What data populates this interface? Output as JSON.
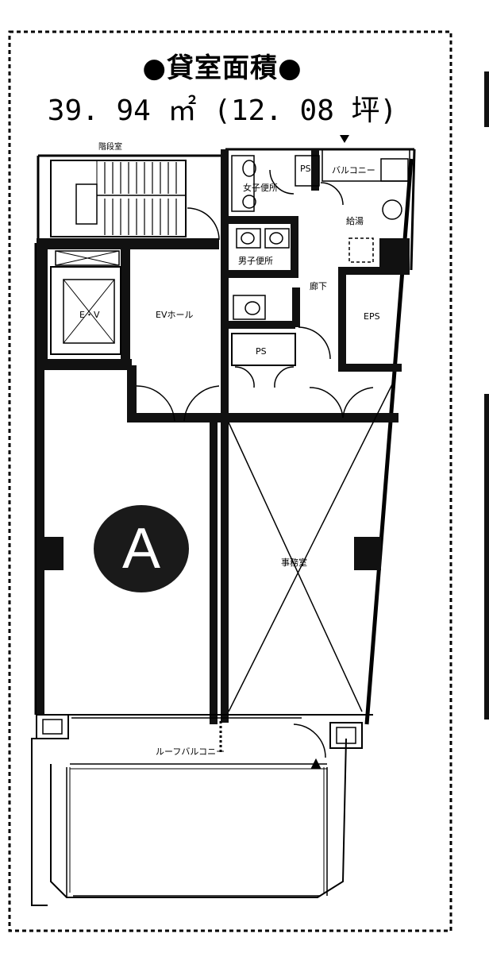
{
  "title": "●貸室面積●",
  "area": "39. 94 ㎡ (12. 08 坪)",
  "rooms": {
    "stair": "階段室",
    "women_wc": "女子便所",
    "ps_top": "PS",
    "balcony": "バルコニー",
    "kyuto": "給湯",
    "men_wc": "男子便所",
    "corridor": "廊下",
    "ev_hall": "EVホール",
    "elevator": "E・V",
    "eps": "EPS",
    "ps_mid": "PS",
    "office": "事務室",
    "roof_balcony": "ルーフバルコニー",
    "unit_letter": "A"
  }
}
